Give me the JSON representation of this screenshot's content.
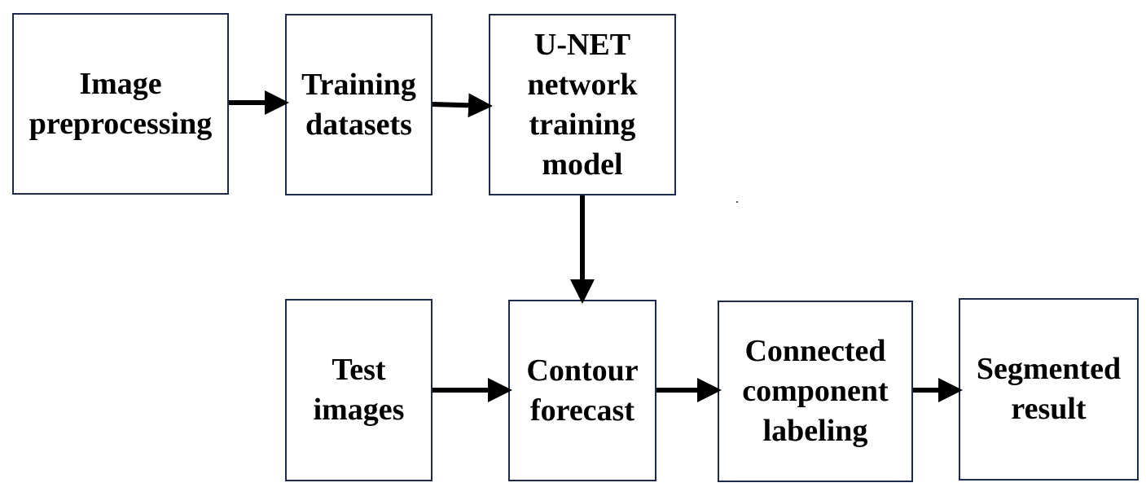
{
  "diagram": {
    "nodes": [
      {
        "id": "image-preprocessing",
        "label": "Image\npreprocessing"
      },
      {
        "id": "training-datasets",
        "label": "Training\ndatasets"
      },
      {
        "id": "unet-training-model",
        "label": "U-NET\nnetwork\ntraining\nmodel"
      },
      {
        "id": "test-images",
        "label": "Test\nimages"
      },
      {
        "id": "contour-forecast",
        "label": "Contour\nforecast"
      },
      {
        "id": "connected-component-labeling",
        "label": "Connected\ncomponent\nlabeling"
      },
      {
        "id": "segmented-result",
        "label": "Segmented\nresult"
      }
    ],
    "edges": [
      {
        "from": "image-preprocessing",
        "to": "training-datasets"
      },
      {
        "from": "training-datasets",
        "to": "unet-training-model"
      },
      {
        "from": "unet-training-model",
        "to": "contour-forecast"
      },
      {
        "from": "test-images",
        "to": "contour-forecast"
      },
      {
        "from": "contour-forecast",
        "to": "connected-component-labeling"
      },
      {
        "from": "connected-component-labeling",
        "to": "segmented-result"
      }
    ],
    "colors": {
      "box_border": "#1f2b4d",
      "arrow": "#000000",
      "text": "#000000"
    }
  }
}
